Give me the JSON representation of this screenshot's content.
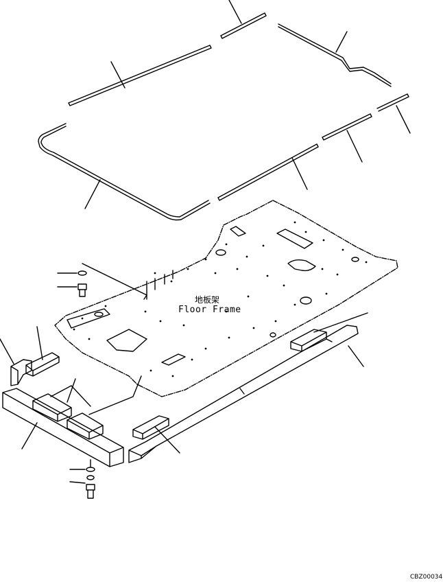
{
  "diagram": {
    "floor_frame_label_cn": "地板架",
    "floor_frame_label_en": "Floor Frame",
    "drawing_code": "CBZ00034"
  }
}
